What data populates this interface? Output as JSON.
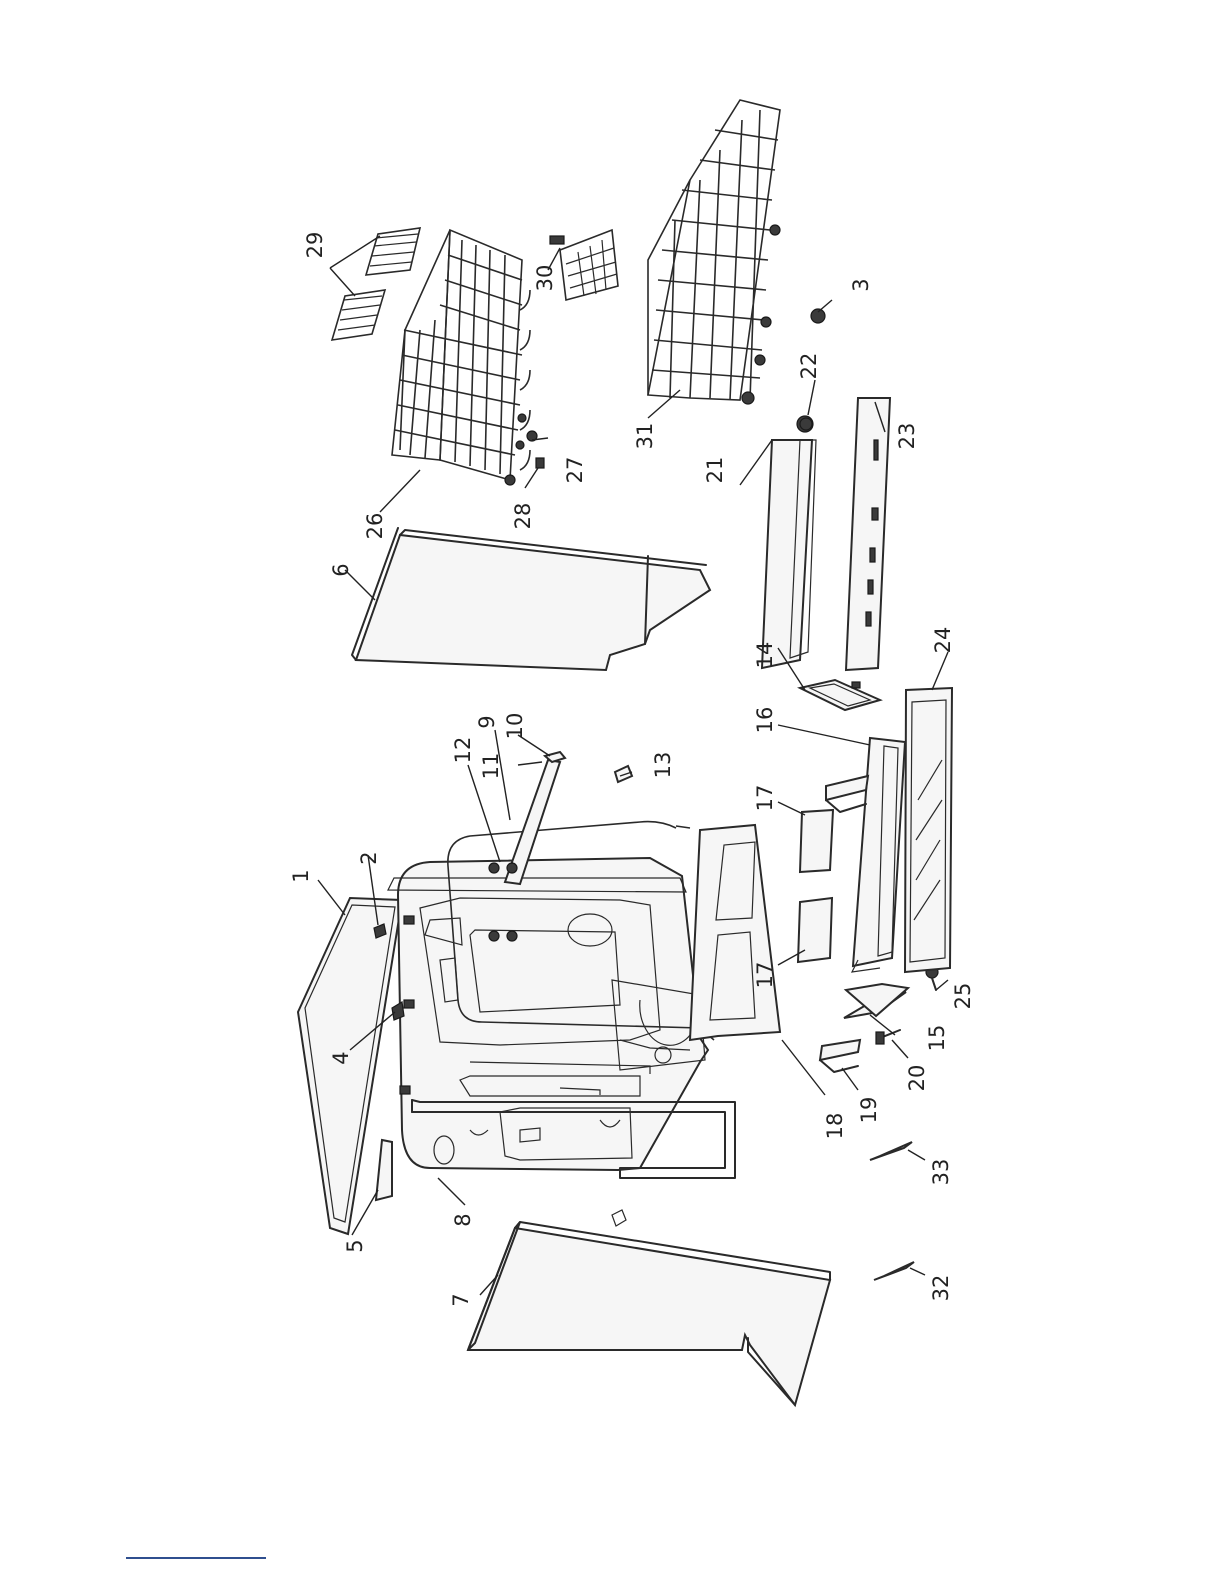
{
  "callouts": [
    {
      "id": "c1",
      "label": "1"
    },
    {
      "id": "c2",
      "label": "2"
    },
    {
      "id": "c3",
      "label": "3"
    },
    {
      "id": "c4",
      "label": "4"
    },
    {
      "id": "c5",
      "label": "5"
    },
    {
      "id": "c6",
      "label": "6"
    },
    {
      "id": "c7",
      "label": "7"
    },
    {
      "id": "c8",
      "label": "8"
    },
    {
      "id": "c9",
      "label": "9"
    },
    {
      "id": "c10",
      "label": "10"
    },
    {
      "id": "c11",
      "label": "11"
    },
    {
      "id": "c12",
      "label": "12"
    },
    {
      "id": "c13",
      "label": "13"
    },
    {
      "id": "c14",
      "label": "14"
    },
    {
      "id": "c15",
      "label": "15"
    },
    {
      "id": "c16",
      "label": "16"
    },
    {
      "id": "c17a",
      "label": "17"
    },
    {
      "id": "c17b",
      "label": "17"
    },
    {
      "id": "c18",
      "label": "18"
    },
    {
      "id": "c19",
      "label": "19"
    },
    {
      "id": "c20",
      "label": "20"
    },
    {
      "id": "c21",
      "label": "21"
    },
    {
      "id": "c22",
      "label": "22"
    },
    {
      "id": "c23",
      "label": "23"
    },
    {
      "id": "c24",
      "label": "24"
    },
    {
      "id": "c25",
      "label": "25"
    },
    {
      "id": "c26",
      "label": "26"
    },
    {
      "id": "c27",
      "label": "27"
    },
    {
      "id": "c28",
      "label": "28"
    },
    {
      "id": "c29",
      "label": "29"
    },
    {
      "id": "c30",
      "label": "30"
    },
    {
      "id": "c31",
      "label": "31"
    },
    {
      "id": "c32",
      "label": "32"
    },
    {
      "id": "c33",
      "label": "33"
    }
  ],
  "colors": {
    "line": "#2a2a2a",
    "footer_rule": "#2f4f8f",
    "background": "#ffffff"
  }
}
